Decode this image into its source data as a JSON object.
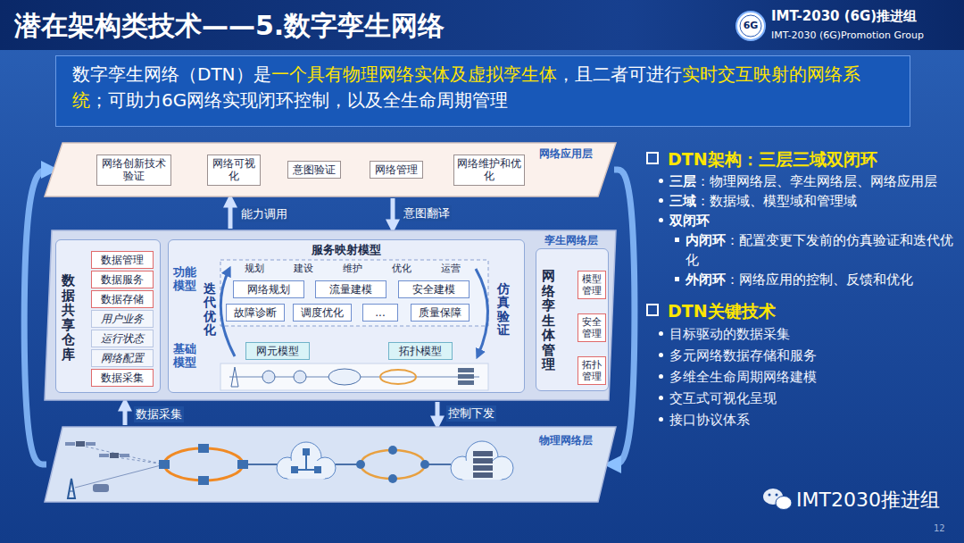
{
  "diagram": {
    "title": "潜在架构类技术——5.数字孪生网络",
    "nodes": [
      {
        "text": [
          "网络应用层"
        ]
      },
      {
        "text": [
          "网络创新技术验证"
        ],
        "in": 0
      },
      {
        "text": [
          "网络可视化"
        ],
        "in": 0
      },
      {
        "text": [
          "意图验证"
        ],
        "in": 0
      },
      {
        "text": [
          "网络管理"
        ],
        "in": 0
      },
      {
        "text": [
          "网络维护和优化"
        ],
        "in": 0
      },
      {
        "text": [
          "孪生网络层"
        ]
      },
      {
        "text": [
          "数据共享仓库"
        ],
        "in": 6
      },
      {
        "text": [
          "数据管理"
        ],
        "in": 7
      },
      {
        "text": [
          "数据服务"
        ],
        "in": 7
      },
      {
        "text": [
          "数据存储"
        ],
        "in": 7
      },
      {
        "text": [
          "用户业务"
        ],
        "in": 7
      },
      {
        "text": [
          "运行状态"
        ],
        "in": 7
      },
      {
        "text": [
          "网络配置"
        ],
        "in": 7
      },
      {
        "text": [
          "数据采集"
        ],
        "in": 7
      },
      {
        "text": [
          "服务映射模型"
        ],
        "in": 6
      },
      {
        "text": [
          "网络规划"
        ],
        "in": 15
      },
      {
        "text": [
          "流量建模"
        ],
        "in": 15
      },
      {
        "text": [
          "安全建模"
        ],
        "in": 15
      },
      {
        "text": [
          "故障诊断"
        ],
        "in": 15
      },
      {
        "text": [
          "调度优化"
        ],
        "in": 15
      },
      {
        "text": [
          "..."
        ],
        "in": 15
      },
      {
        "text": [
          "质量保障"
        ],
        "in": 15
      },
      {
        "text": [
          "网元模型"
        ],
        "in": 15
      },
      {
        "text": [
          "拓扑模型"
        ],
        "in": 15
      },
      {
        "text": [
          "网络孪生体管理"
        ],
        "in": 6
      },
      {
        "text": [
          "模型管理"
        ],
        "in": 25
      },
      {
        "text": [
          "安全管理"
        ],
        "in": 25
      },
      {
        "text": [
          "拓扑管理"
        ],
        "in": 25
      },
      {
        "text": [
          "物理网络层"
        ]
      }
    ],
    "edges": [
      {
        "from": 6,
        "to": 0,
        "label": "能力调用",
        "arrow": "to"
      },
      {
        "from": 0,
        "to": 6,
        "label": "意图翻译",
        "arrow": "to"
      },
      {
        "from": 29,
        "to": 6,
        "label": "数据采集",
        "arrow": "to"
      },
      {
        "from": 6,
        "to": 29,
        "label": "控制下发",
        "arrow": "to"
      },
      {
        "from": 29,
        "to": 0,
        "arrow": "to"
      },
      {
        "from": 0,
        "to": 29,
        "arrow": "to"
      }
    ],
    "labels": [
      "6G",
      "IMT-2030 (6G)推进组",
      "IMT-2030 (6G)Promotion Group",
      "数字孪生网络（DTN）是",
      "一个具有物理网络实体及虚拟孪生体",
      "，且二者可进行",
      "实时交互映射的网络系统",
      "；可助力6G网络实现闭环控制，以及全生命周期管理",
      "功能模型",
      "基础模型",
      "迭代优化",
      "仿真验证",
      "规划",
      "建设",
      "维护",
      "优化",
      "运营",
      "DTN架构：三层三域双闭环",
      "三层",
      "：物理网络层、孪生网络层、网络应用层",
      "三域",
      "：数据域、模型域和管理域",
      "双闭环",
      "内闭环",
      "：配置变更下发前的仿真验证和迭代优化",
      "外闭环",
      "：网络应用的控制、反馈和优化",
      "DTN关键技术",
      "目标驱动的数据采集",
      "多元网络数据存储和服务",
      "多维全生命周期网络建模",
      "交互式可视化呈现",
      "接口协议体系",
      "IMT2030推进组",
      "12"
    ]
  }
}
